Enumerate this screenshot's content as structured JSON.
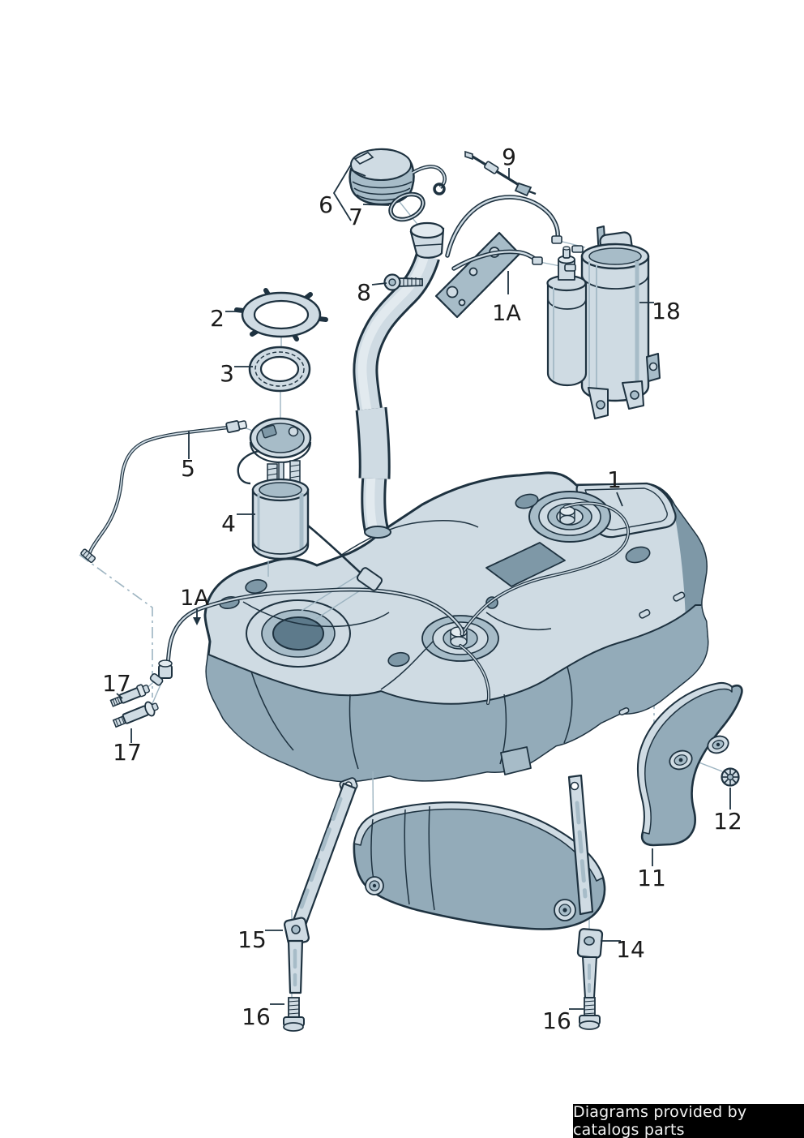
{
  "colors": {
    "background": "#ffffff",
    "outline": "#1e3240",
    "fill_light": "#cfdbe3",
    "fill_highlight": "#e2eaef",
    "fill_mid": "#a7bcc8",
    "fill_mid2": "#93abb9",
    "fill_dark": "#7e98a7",
    "fill_deep": "#5d7a8b",
    "leader_line": "#1e3240",
    "alignment_line": "#9db4c1",
    "label_text": "#1b1b1b",
    "footer_background": "#000000",
    "footer_text": "#f2f2f2"
  },
  "callouts": [
    {
      "id": "callout-6",
      "label": "6"
    },
    {
      "id": "callout-7",
      "label": "7"
    },
    {
      "id": "callout-9",
      "label": "9"
    },
    {
      "id": "callout-8",
      "label": "8"
    },
    {
      "id": "callout-2",
      "label": "2"
    },
    {
      "id": "callout-3",
      "label": "3"
    },
    {
      "id": "callout-1a-upper",
      "label": "1A"
    },
    {
      "id": "callout-18",
      "label": "18"
    },
    {
      "id": "callout-5",
      "label": "5"
    },
    {
      "id": "callout-4",
      "label": "4"
    },
    {
      "id": "callout-1",
      "label": "1"
    },
    {
      "id": "callout-1a-left",
      "label": "1A"
    },
    {
      "id": "callout-17-upper",
      "label": "17"
    },
    {
      "id": "callout-17-lower",
      "label": "17"
    },
    {
      "id": "callout-12",
      "label": "12"
    },
    {
      "id": "callout-11",
      "label": "11"
    },
    {
      "id": "callout-15",
      "label": "15"
    },
    {
      "id": "callout-14",
      "label": "14"
    },
    {
      "id": "callout-16-left",
      "label": "16"
    },
    {
      "id": "callout-16-right",
      "label": "16"
    }
  ],
  "footer": {
    "text": "Diagrams provided by catalogs parts"
  }
}
